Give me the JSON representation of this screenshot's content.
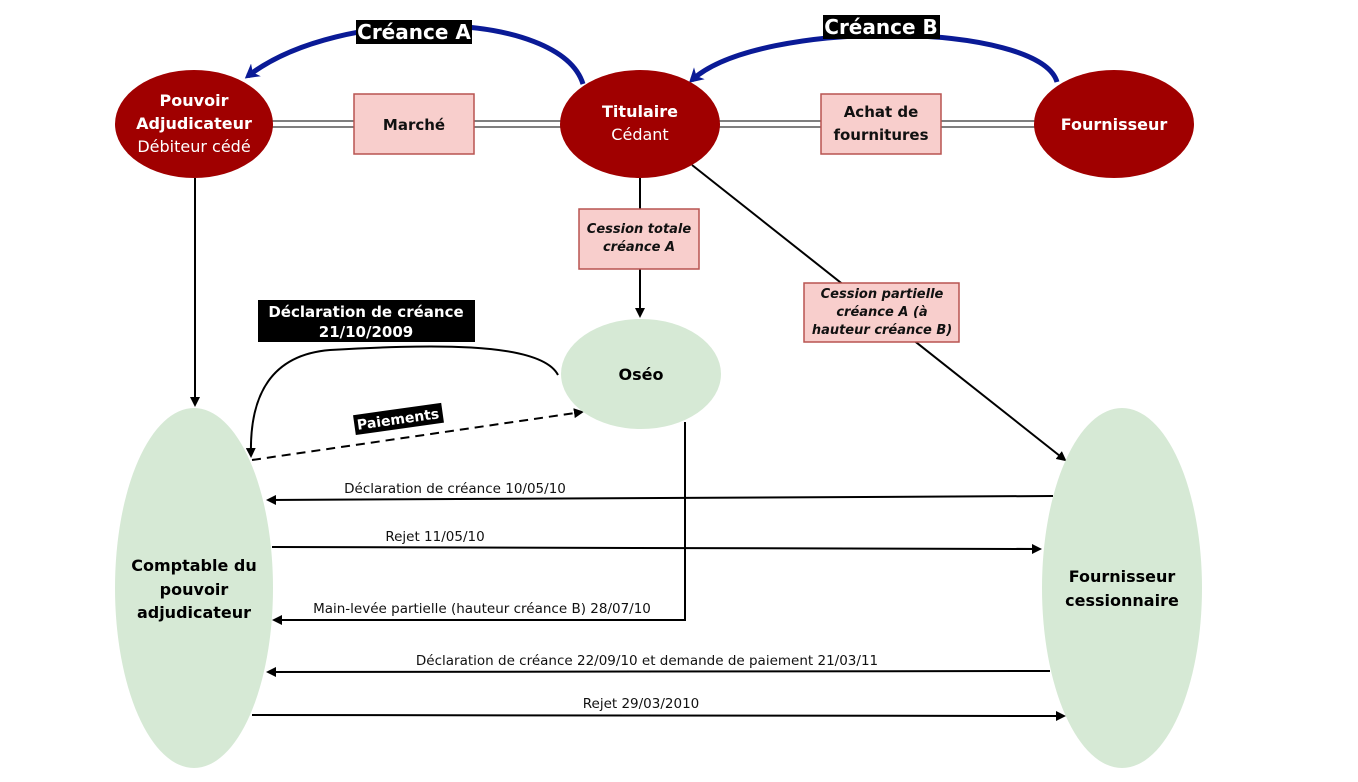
{
  "nodes": {
    "pouvoir": {
      "line1": "Pouvoir",
      "line2": "Adjudicateur",
      "line3": "Débiteur cédé"
    },
    "titulaire": {
      "line1": "Titulaire",
      "line2": "Cédant"
    },
    "fournisseur": {
      "line1": "Fournisseur"
    },
    "oseo": {
      "line1": "Oséo"
    },
    "comptable": {
      "line1": "Comptable du",
      "line2": "pouvoir",
      "line3": "adjudicateur"
    },
    "fournisseur_cessionnaire": {
      "line1": "Fournisseur",
      "line2": "cessionnaire"
    }
  },
  "relations": {
    "marche": "Marché",
    "achat_line1": "Achat de",
    "achat_line2": "fournitures",
    "cession_totale_line1": "Cession totale",
    "cession_totale_line2": "créance A",
    "cession_partielle_line1": "Cession partielle",
    "cession_partielle_line2": "créance A (à",
    "cession_partielle_line3": "hauteur créance B)"
  },
  "tags": {
    "creance_a": "Créance A",
    "creance_b": "Créance B",
    "declaration_line1": "Déclaration de créance",
    "declaration_line2": "21/10/2009",
    "paiements": "Paiements"
  },
  "flows": {
    "flow1": "Déclaration de créance 10/05/10",
    "flow2": "Rejet 11/05/10",
    "flow3": "Main-levée partielle (hauteur créance B) 28/07/10",
    "flow4": "Déclaration de créance 22/09/10 et demande de paiement 21/03/11",
    "flow5": "Rejet 29/03/2010"
  },
  "colors": {
    "dark_red": "#a00000",
    "light_green": "#d6e9d5",
    "pink_box": "#f8cecc",
    "pink_border": "#b85450",
    "blue_arrow": "#0a1a96"
  }
}
